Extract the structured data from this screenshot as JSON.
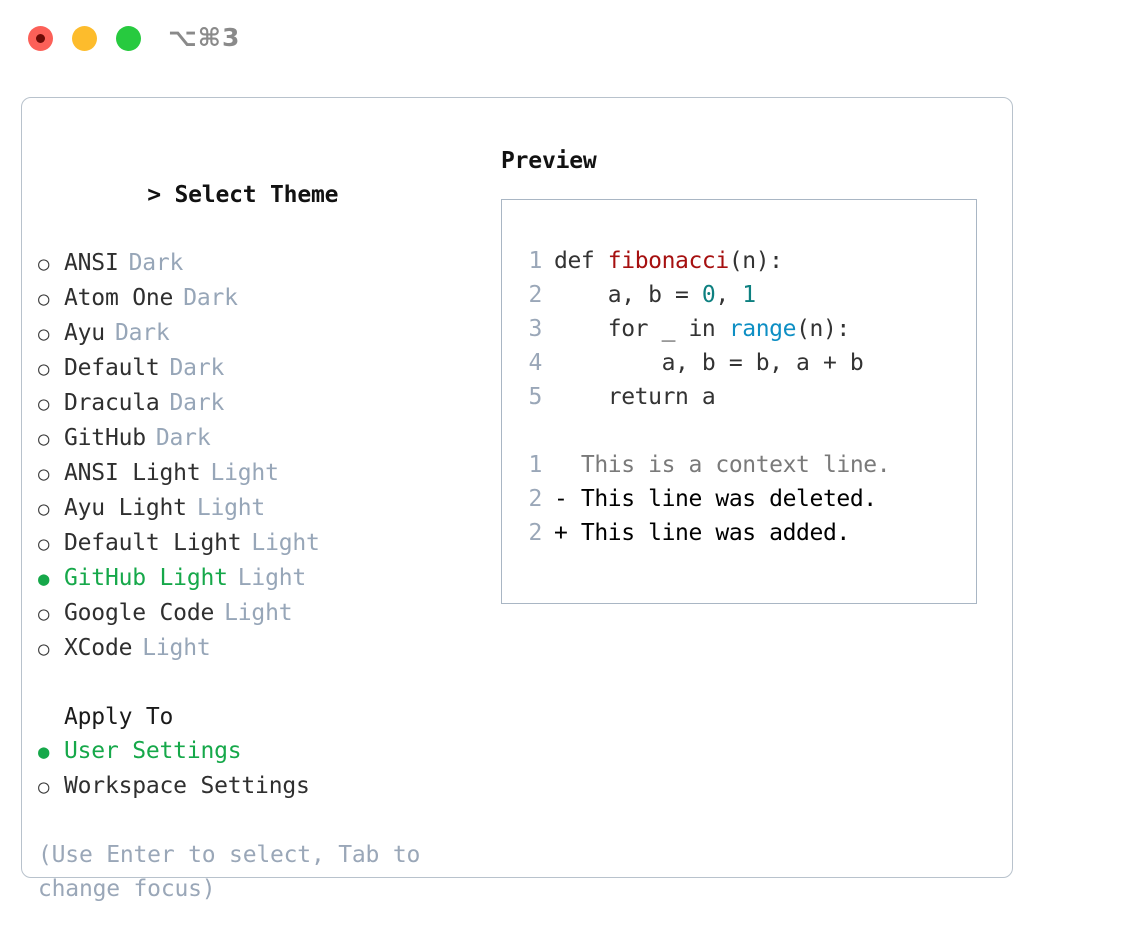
{
  "titlebar": {
    "shortcut": "⌥⌘3",
    "buttons": [
      "close",
      "minimize",
      "maximize"
    ],
    "colors": {
      "close": "#fc6058",
      "minimize": "#fdbc2c",
      "maximize": "#27ca3f"
    }
  },
  "colors": {
    "accent_green": "#16a84a",
    "tag_muted": "#97a6b8",
    "hint": "#9aa7b8",
    "border": "#b8c2cc",
    "preview_border": "#a9b6c4",
    "syntax_function": "#a61010",
    "syntax_number": "#0d8080",
    "syntax_builtin": "#0e8fc4",
    "diff_deleted": "#c80000",
    "diff_added": "#00be00",
    "diff_context": "#7a7a7a"
  },
  "theme_list": {
    "header": "Select Theme",
    "header_caret": ">",
    "bullet_selected": "●",
    "bullet_unselected": "○",
    "items": [
      {
        "label": "ANSI",
        "tag": "Dark",
        "selected": false
      },
      {
        "label": "Atom One",
        "tag": "Dark",
        "selected": false
      },
      {
        "label": "Ayu",
        "tag": "Dark",
        "selected": false
      },
      {
        "label": "Default",
        "tag": "Dark",
        "selected": false
      },
      {
        "label": "Dracula",
        "tag": "Dark",
        "selected": false
      },
      {
        "label": "GitHub",
        "tag": "Dark",
        "selected": false
      },
      {
        "label": "ANSI Light",
        "tag": "Light",
        "selected": false
      },
      {
        "label": "Ayu Light",
        "tag": "Light",
        "selected": false
      },
      {
        "label": "Default Light",
        "tag": "Light",
        "selected": false
      },
      {
        "label": "GitHub Light",
        "tag": "Light",
        "selected": true
      },
      {
        "label": "Google Code",
        "tag": "Light",
        "selected": false
      },
      {
        "label": "XCode",
        "tag": "Light",
        "selected": false
      }
    ]
  },
  "apply_to": {
    "header": "Apply To",
    "items": [
      {
        "label": "User Settings",
        "selected": true
      },
      {
        "label": "Workspace Settings",
        "selected": false
      }
    ]
  },
  "hint": "(Use Enter to select, Tab to change focus)",
  "preview": {
    "title": "Preview",
    "code_lines": [
      {
        "number": "1",
        "tokens": [
          {
            "text": "def ",
            "kind": "plain"
          },
          {
            "text": "fibonacci",
            "kind": "fn"
          },
          {
            "text": "(n):",
            "kind": "plain"
          }
        ]
      },
      {
        "number": "2",
        "tokens": [
          {
            "text": "    a, b = ",
            "kind": "plain"
          },
          {
            "text": "0",
            "kind": "num"
          },
          {
            "text": ", ",
            "kind": "plain"
          },
          {
            "text": "1",
            "kind": "num"
          }
        ]
      },
      {
        "number": "3",
        "tokens": [
          {
            "text": "    for _ in ",
            "kind": "plain"
          },
          {
            "text": "range",
            "kind": "builtin"
          },
          {
            "text": "(n):",
            "kind": "plain"
          }
        ]
      },
      {
        "number": "4",
        "tokens": [
          {
            "text": "        a, b = b, a + b",
            "kind": "plain"
          }
        ]
      },
      {
        "number": "5",
        "tokens": [
          {
            "text": "    return a",
            "kind": "plain"
          }
        ]
      }
    ],
    "diff_lines": [
      {
        "number": "1",
        "marker": " ",
        "text": " This is a context line.",
        "kind": "context"
      },
      {
        "number": "2",
        "marker": "-",
        "text": " This line was deleted.",
        "kind": "deleted"
      },
      {
        "number": "2",
        "marker": "+",
        "text": " This line was added.",
        "kind": "added"
      }
    ]
  }
}
